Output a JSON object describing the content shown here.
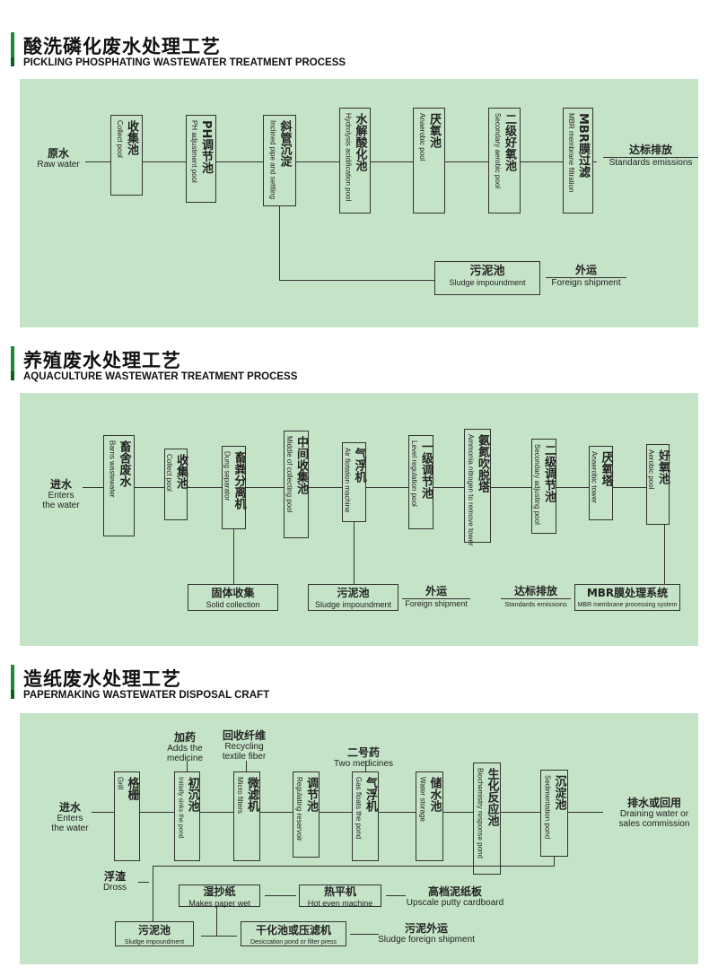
{
  "sections": [
    {
      "title": "酸洗磷化废水处理工艺",
      "subtitle": "PICKLING PHOSPHATING WASTEWATER TREATMENT PROCESS",
      "start": {
        "cn": "原水",
        "en": "Raw water"
      },
      "nodes": [
        {
          "cn": "收集池",
          "en": "Collect pool"
        },
        {
          "cn": "PH调节池",
          "en": "PH adjustment pool"
        },
        {
          "cn": "斜管沉淀",
          "en": "Inclined pipe and settling"
        },
        {
          "cn": "水解酸化池",
          "en": "Hydrolysis acidification pool"
        },
        {
          "cn": "厌氧池",
          "en": "Anaerobic pool"
        },
        {
          "cn": "二级好氧池",
          "en": "Secondary aerobic pool"
        },
        {
          "cn": "MBR膜过滤",
          "en": "MBR membrane filtration"
        }
      ],
      "end": {
        "cn": "达标排放",
        "en": "Standards emissions"
      },
      "sludge": {
        "cn": "污泥池",
        "en": "Sludge impoundment"
      },
      "shipment": {
        "cn": "外运",
        "en": "Foreign shipment"
      }
    },
    {
      "title": "养殖废水处理工艺",
      "subtitle": "AQUACULTURE WASTEWATER TREATMENT PROCESS",
      "start": {
        "cn": "进水",
        "en1": "Enters",
        "en2": "the water"
      },
      "nodes": [
        {
          "cn": "畜舍废水",
          "en": "Barns wastewater"
        },
        {
          "cn": "收集池",
          "en": "Collect pool"
        },
        {
          "cn": "畜粪分离机",
          "en": "Dung separator"
        },
        {
          "cn": "中间收集池",
          "en": "Middle of collecting pool"
        },
        {
          "cn": "气浮机",
          "en": "Air flotation machine"
        },
        {
          "cn": "一级调节池",
          "en": "Level regulation pool"
        },
        {
          "cn": "氨氮吹脱塔",
          "en": "Ammonia nitrogen to remove tower"
        },
        {
          "cn": "二级调节池",
          "en": "Secondary adjusting pool"
        },
        {
          "cn": "厌氧塔",
          "en": "Anaerobic tower"
        },
        {
          "cn": "好氧池",
          "en": "Aerobic pool"
        }
      ],
      "solid": {
        "cn": "固体收集",
        "en": "Solid collection"
      },
      "sludge": {
        "cn": "污泥池",
        "en": "Sludge impoundment"
      },
      "shipment": {
        "cn": "外运",
        "en": "Foreign shipment"
      },
      "end": {
        "cn": "达标排放",
        "en": "Standards emissions"
      },
      "mbr": {
        "cn": "MBR膜处理系统",
        "en": "MBR membrane processing system"
      }
    },
    {
      "title": "造纸废水处理工艺",
      "subtitle": "PAPERMAKING WASTEWATER DISPOSAL CRAFT",
      "start": {
        "cn": "进水",
        "en1": "Enters",
        "en2": "the water"
      },
      "nodes": [
        {
          "cn": "格栅",
          "en": "Grill"
        },
        {
          "cn": "初沉池",
          "en": "Initially sinks the pond"
        },
        {
          "cn": "微滤机",
          "en": "Micro filters"
        },
        {
          "cn": "调节池",
          "en": "Regulating reservoir"
        },
        {
          "cn": "气浮机",
          "en": "Gas floats the pond"
        },
        {
          "cn": "储水池",
          "en": "Water storage"
        },
        {
          "cn": "生化反应池",
          "en": "Biochemistry response pond"
        },
        {
          "cn": "沉淀池",
          "en": "Sedimentation pond"
        }
      ],
      "additives": [
        {
          "cn": "加药",
          "en1": "Adds the",
          "en2": "medicine"
        },
        {
          "cn": "回收纤维",
          "en1": "Recycling",
          "en2": "textile fiber"
        },
        {
          "cn": "二号药",
          "en1": "Two medicines",
          "en2": ""
        }
      ],
      "end": {
        "cn": "排水或回用",
        "en1": "Draining water or",
        "en2": "sales commission"
      },
      "dross": {
        "cn": "浮渣",
        "en": "Dross"
      },
      "wet": {
        "cn": "湿抄纸",
        "en": "Makes paper wet"
      },
      "hot": {
        "cn": "热平机",
        "en": "Hot even machine"
      },
      "board": {
        "cn": "高档泥纸板",
        "en": "Upscale putty cardboard"
      },
      "sludge": {
        "cn": "污泥池",
        "en": "Sludge impoundment"
      },
      "dry": {
        "cn": "干化池或压滤机",
        "en": "Desiccation pond or filter press"
      },
      "shipment": {
        "cn": "污泥外运",
        "en": "Sludge foreign shipment"
      }
    }
  ]
}
